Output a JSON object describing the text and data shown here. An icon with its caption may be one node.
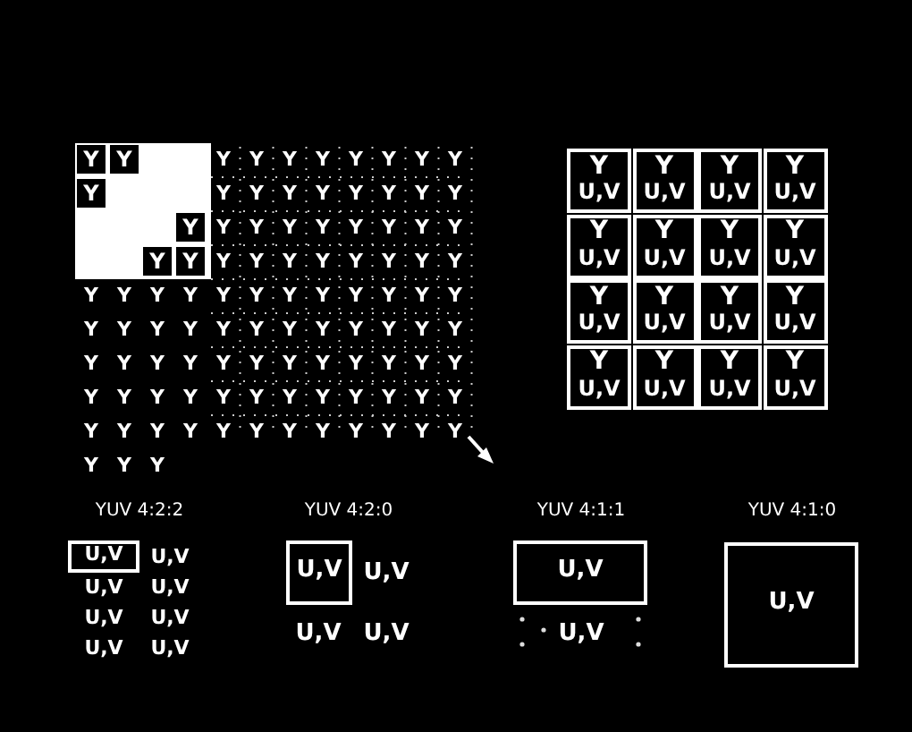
{
  "diagram": {
    "nodes": [
      {
        "text": [
          "Y",
          "U,V"
        ]
      },
      {
        "text": [
          "Y",
          "U,V"
        ]
      },
      {
        "text": [
          "Y",
          "U,V"
        ]
      },
      {
        "text": [
          "Y",
          "U,V"
        ]
      },
      {
        "text": [
          "Y",
          "U,V"
        ]
      },
      {
        "text": [
          "Y",
          "U,V"
        ]
      },
      {
        "text": [
          "Y",
          "U,V"
        ]
      },
      {
        "text": [
          "Y",
          "U,V"
        ]
      },
      {
        "text": [
          "Y",
          "U,V"
        ]
      },
      {
        "text": [
          "Y",
          "U,V"
        ]
      },
      {
        "text": [
          "Y",
          "U,V"
        ]
      },
      {
        "text": [
          "Y",
          "U,V"
        ]
      },
      {
        "text": [
          "Y",
          "U,V"
        ]
      },
      {
        "text": [
          "Y",
          "U,V"
        ]
      },
      {
        "text": [
          "Y",
          "U,V"
        ]
      },
      {
        "text": [
          "Y",
          "U,V"
        ]
      },
      {
        "text": [
          "U,V"
        ]
      },
      {
        "text": [
          "U,V"
        ]
      },
      {
        "text": [
          "U,V"
        ]
      },
      {
        "text": [
          "U,V"
        ]
      }
    ],
    "labels": [
      "Y",
      "Y",
      "Y",
      "Y",
      "Y",
      "Y",
      "Y",
      "Y",
      "Y",
      "Y",
      "Y",
      "Y",
      "Y",
      "Y",
      "Y",
      "Y",
      "Y",
      "Y",
      "Y",
      "Y",
      "Y",
      "Y",
      "Y",
      "Y",
      "Y",
      "Y",
      "Y",
      "Y",
      "Y",
      "Y",
      "Y",
      "Y",
      "Y",
      "Y",
      "Y",
      "Y",
      "Y",
      "Y",
      "Y",
      "Y",
      "Y",
      "Y",
      "Y",
      "Y",
      "Y",
      "Y",
      "Y",
      "Y",
      "Y",
      "Y",
      "Y",
      "Y",
      "Y",
      "Y",
      "Y",
      "Y",
      "Y",
      "Y",
      "Y",
      "Y",
      "Y",
      "Y",
      "Y",
      "Y",
      "Y",
      "Y",
      "Y",
      "Y",
      "Y",
      "Y",
      "Y",
      "Y",
      "Y",
      "Y",
      "Y",
      "Y",
      "Y",
      "Y",
      "Y",
      "Y",
      "Y",
      "Y",
      "Y",
      "Y",
      "Y",
      "Y",
      "Y",
      "Y",
      "Y",
      "Y",
      "Y",
      "Y",
      "Y",
      "Y",
      "Y",
      "Y",
      "Y",
      "Y",
      "Y",
      "Y",
      "Y",
      "YUV 4:2:2",
      "YUV 4:2:0",
      "YUV 4:1:1",
      "YUV 4:1:0",
      "U,V",
      "U,V",
      "U,V",
      "U,V",
      "U,V",
      "U,V",
      "U,V",
      "U,V",
      "U,V",
      "U,V",
      "U,V"
    ]
  }
}
